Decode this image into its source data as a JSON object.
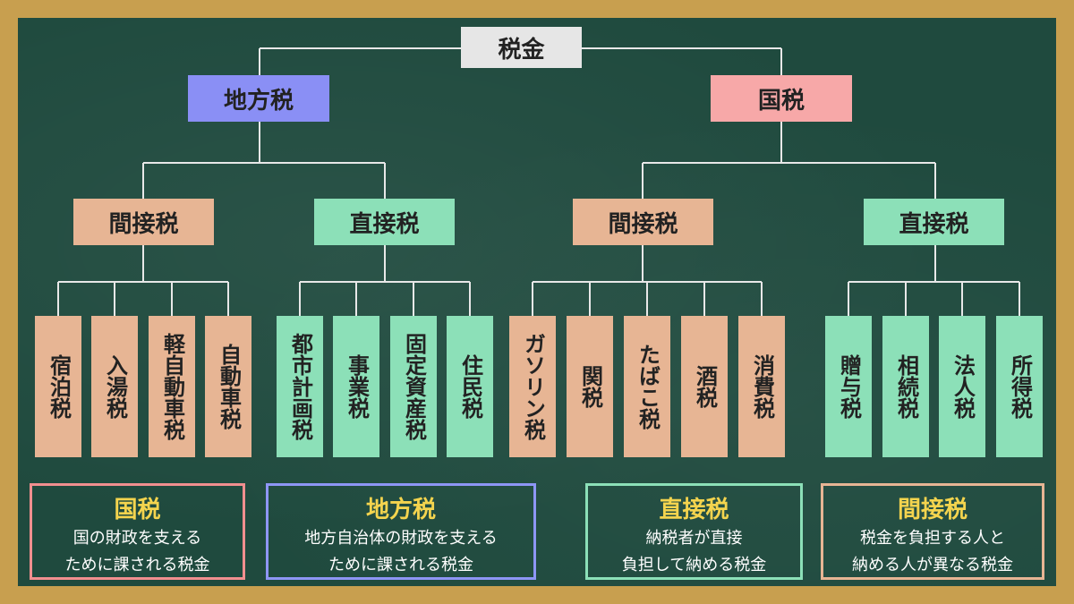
{
  "root": "税金",
  "branches": [
    {
      "label": "地方税",
      "color": "#8a8ff5",
      "groups": [
        {
          "label": "間接税",
          "kind": "indirect",
          "items": [
            "宿泊税",
            "入湯税",
            "軽自動車税",
            "自動車税"
          ]
        },
        {
          "label": "直接税",
          "kind": "direct",
          "items": [
            "都市計画税",
            "事業税",
            "固定資産税",
            "住民税"
          ]
        }
      ]
    },
    {
      "label": "国税",
      "color": "#f7a8a8",
      "groups": [
        {
          "label": "間接税",
          "kind": "indirect",
          "items": [
            "ガソリン税",
            "関税",
            "たばこ税",
            "酒税",
            "消費税"
          ]
        },
        {
          "label": "直接税",
          "kind": "direct",
          "items": [
            "贈与税",
            "相続税",
            "法人税",
            "所得税"
          ]
        }
      ]
    }
  ],
  "colors": {
    "indirect": "#e7b594",
    "direct": "#8ce0b8",
    "root": "#e6e6e6",
    "board": "#1f4a3e",
    "frame": "#c89f4f",
    "title_yellow": "#f4d44e"
  },
  "legends": [
    {
      "title": "国税",
      "line1": "国の財政を支える",
      "line2": "ために課される税金",
      "border": "#f18f8f"
    },
    {
      "title": "地方税",
      "line1": "地方自治体の財政を支える",
      "line2": "ために課される税金",
      "border": "#8e96f5"
    },
    {
      "title": "直接税",
      "line1": "納税者が直接",
      "line2": "負担して納める税金",
      "border": "#8ce0b8"
    },
    {
      "title": "間接税",
      "line1": "税金を負担する人と",
      "line2": "納める人が異なる税金",
      "border": "#e7b594"
    }
  ]
}
